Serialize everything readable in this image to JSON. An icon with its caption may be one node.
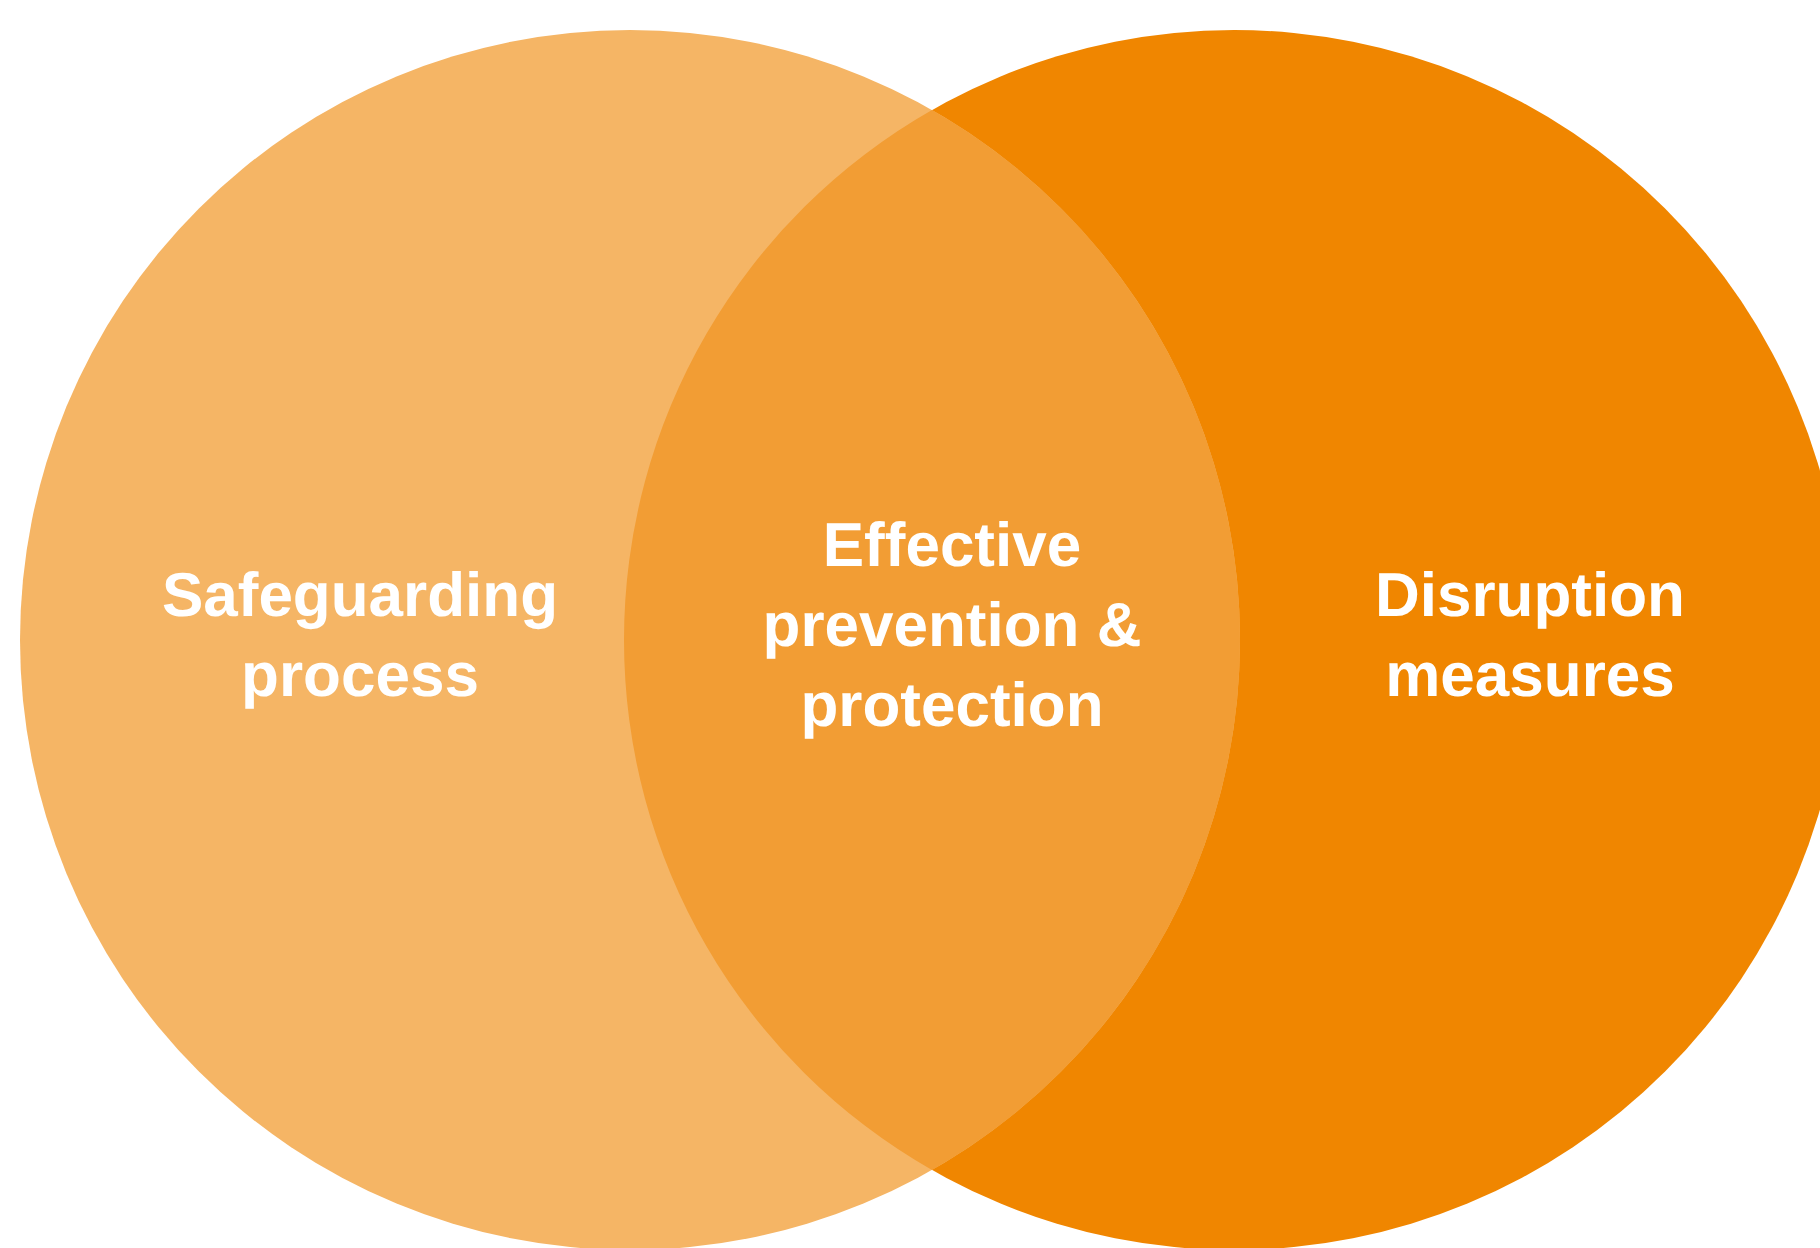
{
  "diagram": {
    "nodes": [
      {
        "text": [
          "Safeguarding process"
        ]
      },
      {
        "text": [
          "Effective prevention & protection"
        ]
      },
      {
        "text": [
          "Disruption measures"
        ]
      }
    ]
  }
}
